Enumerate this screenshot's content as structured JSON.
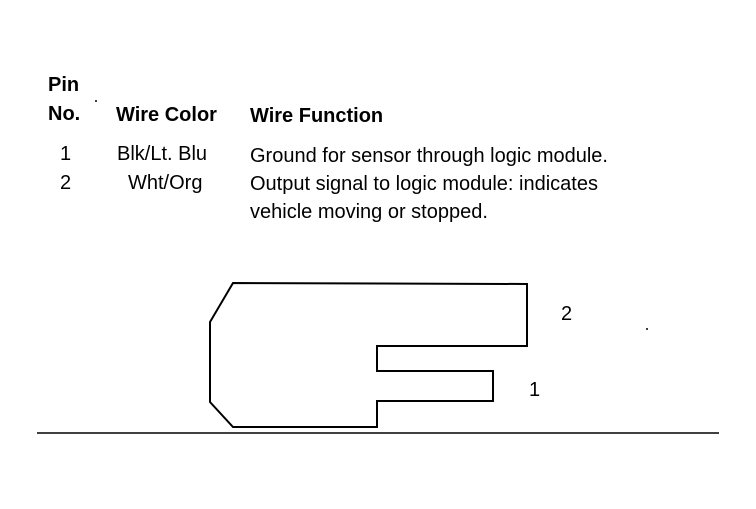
{
  "table": {
    "headers": {
      "pin_line1": "Pin",
      "pin_line2": "No.",
      "wire_color": "Wire Color",
      "wire_function": "Wire Function"
    },
    "rows": [
      {
        "pin": "1",
        "wire_color": "Blk/Lt. Blu",
        "function_lines": [
          "Ground for sensor through logic module."
        ]
      },
      {
        "pin": "2",
        "wire_color": "Wht/Org",
        "function_lines": [
          "Output signal to logic module: indicates",
          "vehicle moving or stopped."
        ]
      }
    ]
  },
  "connector": {
    "pin_labels": {
      "pin2": "2",
      "pin1": "1"
    }
  },
  "colors": {
    "ink": "#000000",
    "background": "#ffffff"
  }
}
